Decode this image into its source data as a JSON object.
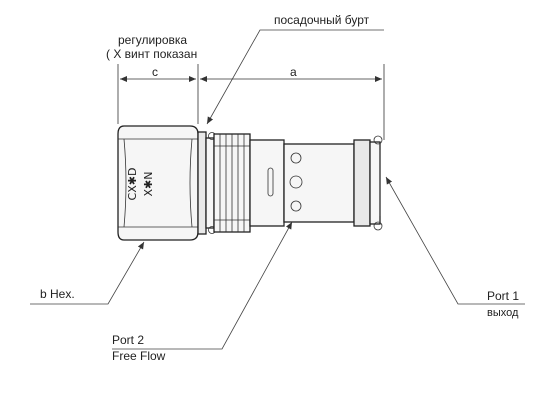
{
  "labels": {
    "seat_shoulder": "посадочный бурт",
    "adjustment_line1": "регулировка",
    "adjustment_line2": "( X винт показан",
    "dim_c": "c",
    "dim_a": "a",
    "hex": "b Hex.",
    "port1_name": "Port 1",
    "port1_desc": "выход",
    "port2_name": "Port 2",
    "port2_desc": "Free Flow",
    "body_code_line1": "CX✱D",
    "body_code_line2": "X✱N"
  }
}
